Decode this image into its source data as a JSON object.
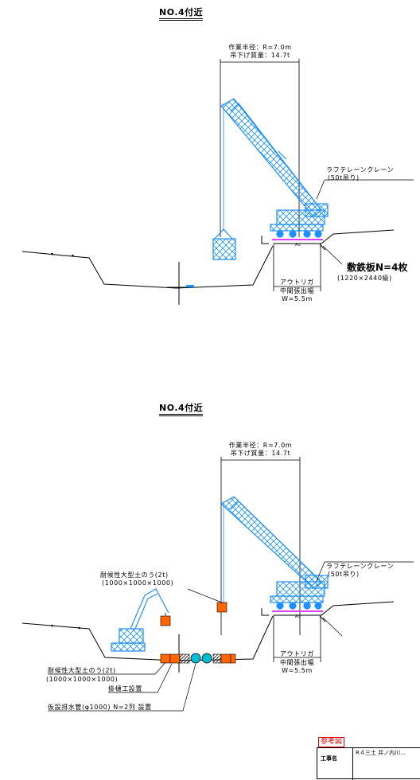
{
  "diagrams": [
    {
      "title": "NO.4付近",
      "radius_line1": "作業半径：R=7.0m",
      "radius_line2": "吊下げ質量：14.7t",
      "crane_line1": "ラフテレーンクレーン",
      "crane_line2": "(50t吊り)",
      "plate_label": "敷鉄板N=4枚",
      "plate_size": "(1220×2440級)",
      "outrigger_line1": "アウトリガ",
      "outrigger_line2": "中間張出幅",
      "outrigger_line3": "W=5.5m",
      "pavement": "As"
    },
    {
      "title": "NO.4付近",
      "radius_line1": "作業半径：R=7.0m",
      "radius_line2": "吊下げ質量：14.7t",
      "crane_line1": "ラフテレーンクレーン",
      "crane_line2": "(50t吊り)",
      "bag_upper_line1": "耐候性大型土のう(2t)",
      "bag_upper_line2": "(1000×1000×1000)",
      "outrigger_line1": "アウトリガ",
      "outrigger_line2": "中間張出幅",
      "outrigger_line3": "W=5.5m",
      "bag_lower_line1": "耐候性大型土のう(2t)",
      "bag_lower_line2": "(1000×1000×1000)",
      "gutter": "掛樋工設置",
      "drain": "仮設排水管(φ1000) N=2列 設置",
      "pavement": "As"
    }
  ],
  "reference": {
    "tag": "参考図",
    "col1": "工事名",
    "col2": "R４三土 井ノ内川..."
  },
  "colors": {
    "crane": "#1e90ff",
    "bag_fill": "#ff6600",
    "pipe": "#00bcd4",
    "plate": "#e040fb",
    "ref_red": "#e00000"
  }
}
